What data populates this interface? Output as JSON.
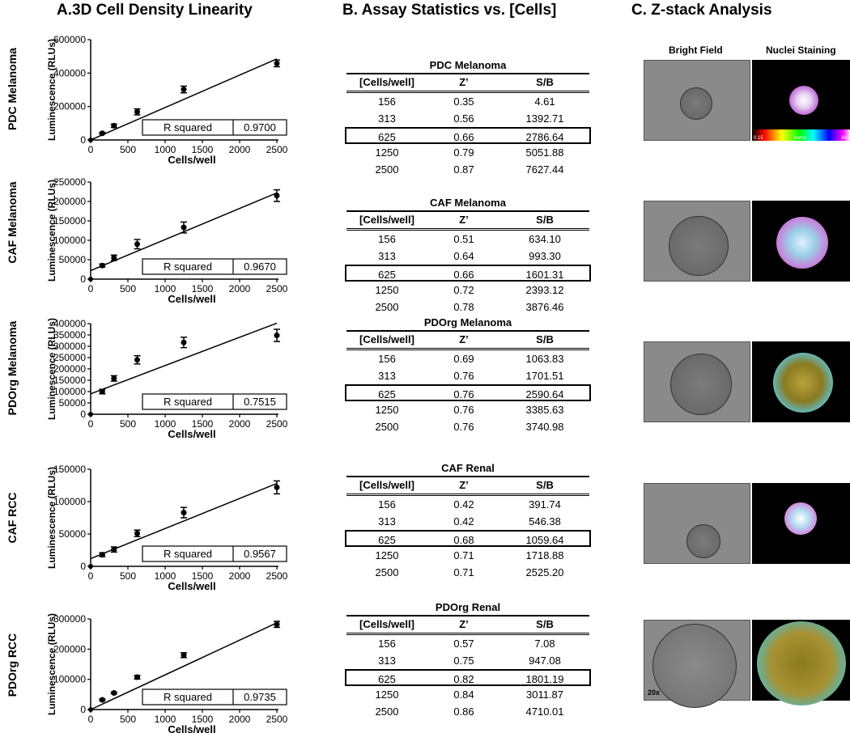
{
  "section_titles": {
    "a": "A.3D Cell Density Linearity",
    "b": "B. Assay Statistics vs. [Cells]",
    "c": "C. Z-stack Analysis"
  },
  "image_headers": {
    "bright_field": "Bright Field",
    "nuclei": "Nuclei Staining"
  },
  "image_annotations": {
    "spectrum_left": "0.15",
    "spectrum_mid": "frame",
    "spectrum_right": "343",
    "magnification": "20x"
  },
  "chart_data": [
    {
      "type": "scatter",
      "panel_label": "PDC Melanoma",
      "xlabel": "Cells/well",
      "ylabel": "Luminescence (RLUs)",
      "xlim": [
        0,
        2500
      ],
      "ylim": [
        0,
        600000
      ],
      "xticks": [
        0,
        500,
        1000,
        1500,
        2000,
        2500
      ],
      "yticks": [
        0,
        200000,
        400000,
        600000
      ],
      "x": [
        156,
        313,
        625,
        1250,
        2500
      ],
      "y": [
        40000,
        85000,
        168000,
        302000,
        458000
      ],
      "err": [
        5000,
        10000,
        18000,
        20000,
        20000
      ],
      "fit": [
        [
          0,
          0
        ],
        [
          2500,
          485000
        ]
      ],
      "r_squared_label": "R squared",
      "r_squared": "0.9700"
    },
    {
      "type": "scatter",
      "panel_label": "CAF Melanoma",
      "xlabel": "Cells/well",
      "ylabel": "Luminescence (RLUs)",
      "xlim": [
        0,
        2500
      ],
      "ylim": [
        0,
        250000
      ],
      "xticks": [
        0,
        500,
        1000,
        1500,
        2000,
        2500
      ],
      "yticks": [
        0,
        50000,
        100000,
        150000,
        200000,
        250000
      ],
      "x": [
        156,
        313,
        625,
        1250,
        2500
      ],
      "y": [
        35000,
        55000,
        90000,
        133000,
        215000
      ],
      "err": [
        4000,
        7000,
        12000,
        14000,
        15000
      ],
      "fit": [
        [
          0,
          22000
        ],
        [
          2500,
          222000
        ]
      ],
      "r_squared_label": "R squared",
      "r_squared": "0.9670"
    },
    {
      "type": "scatter",
      "panel_label": "PDOrg Melanoma",
      "xlabel": "Cells/well",
      "ylabel": "Luminescence (RLUs)",
      "xlim": [
        0,
        2500
      ],
      "ylim": [
        0,
        400000
      ],
      "xticks": [
        0,
        500,
        1000,
        1500,
        2000,
        2500
      ],
      "yticks": [
        0,
        50000,
        100000,
        150000,
        200000,
        250000,
        300000,
        350000,
        400000
      ],
      "x": [
        156,
        313,
        625,
        1250,
        2500
      ],
      "y": [
        100000,
        158000,
        240000,
        317000,
        348000
      ],
      "err": [
        10000,
        12000,
        18000,
        23000,
        27000
      ],
      "fit": [
        [
          0,
          90000
        ],
        [
          2500,
          402000
        ]
      ],
      "r_squared_label": "R squared",
      "r_squared": "0.7515"
    },
    {
      "type": "scatter",
      "panel_label": "CAF RCC",
      "xlabel": "Cells/well",
      "ylabel": "Luminescence (RLUs)",
      "xlim": [
        0,
        2500
      ],
      "ylim": [
        0,
        150000
      ],
      "xticks": [
        0,
        500,
        1000,
        1500,
        2000,
        2500
      ],
      "yticks": [
        0,
        50000,
        100000,
        150000
      ],
      "x": [
        156,
        313,
        625,
        1250,
        2500
      ],
      "y": [
        18000,
        26000,
        51000,
        83000,
        122000
      ],
      "err": [
        3000,
        4000,
        5000,
        8000,
        10000
      ],
      "fit": [
        [
          0,
          12000
        ],
        [
          2500,
          128000
        ]
      ],
      "r_squared_label": "R squared",
      "r_squared": "0.9567"
    },
    {
      "type": "scatter",
      "panel_label": "PDOrg RCC",
      "xlabel": "Cells/well",
      "ylabel": "Luminescence (RLUs)",
      "xlim": [
        0,
        2500
      ],
      "ylim": [
        0,
        300000
      ],
      "xticks": [
        0,
        500,
        1000,
        1500,
        2000,
        2500
      ],
      "yticks": [
        0,
        100000,
        200000,
        300000
      ],
      "x": [
        156,
        313,
        625,
        1250,
        2500
      ],
      "y": [
        32000,
        55000,
        107000,
        180000,
        282000
      ],
      "err": [
        3000,
        3000,
        6000,
        8000,
        10000
      ],
      "fit": [
        [
          0,
          0
        ],
        [
          2500,
          287000
        ]
      ],
      "r_squared_label": "R squared",
      "r_squared": "0.9735"
    }
  ],
  "tables": [
    {
      "title": "PDC Melanoma",
      "headers": [
        "[Cells/well]",
        "Z’",
        "S/B"
      ],
      "rows": [
        [
          "156",
          "0.35",
          "4.61"
        ],
        [
          "313",
          "0.56",
          "1392.71"
        ],
        [
          "625",
          "0.66",
          "2786.64"
        ],
        [
          "1250",
          "0.79",
          "5051.88"
        ],
        [
          "2500",
          "0.87",
          "7627.44"
        ]
      ],
      "highlight_row": 2
    },
    {
      "title": "CAF Melanoma",
      "headers": [
        "[Cells/well]",
        "Z’",
        "S/B"
      ],
      "rows": [
        [
          "156",
          "0.51",
          "634.10"
        ],
        [
          "313",
          "0.64",
          "993.30"
        ],
        [
          "625",
          "0.66",
          "1601.31"
        ],
        [
          "1250",
          "0.72",
          "2393.12"
        ],
        [
          "2500",
          "0.78",
          "3876.46"
        ]
      ],
      "highlight_row": 2
    },
    {
      "title": "PDOrg Melanoma",
      "headers": [
        "[Cells/well]",
        "Z’",
        "S/B"
      ],
      "rows": [
        [
          "156",
          "0.69",
          "1063.83"
        ],
        [
          "313",
          "0.76",
          "1701.51"
        ],
        [
          "625",
          "0.76",
          "2590.64"
        ],
        [
          "1250",
          "0.76",
          "3385.63"
        ],
        [
          "2500",
          "0.76",
          "3740.98"
        ]
      ],
      "highlight_row": 2
    },
    {
      "title": "CAF Renal",
      "headers": [
        "[Cells/well]",
        "Z’",
        "S/B"
      ],
      "rows": [
        [
          "156",
          "0.42",
          "391.74"
        ],
        [
          "313",
          "0.42",
          "546.38"
        ],
        [
          "625",
          "0.68",
          "1059.64"
        ],
        [
          "1250",
          "0.71",
          "1718.88"
        ],
        [
          "2500",
          "0.71",
          "2525.20"
        ]
      ],
      "highlight_row": 2
    },
    {
      "title": "PDOrg Renal",
      "headers": [
        "[Cells/well]",
        "Z’",
        "S/B"
      ],
      "rows": [
        [
          "156",
          "0.57",
          "7.08"
        ],
        [
          "313",
          "0.75",
          "947.08"
        ],
        [
          "625",
          "0.82",
          "1801.19"
        ],
        [
          "1250",
          "0.84",
          "3011.87"
        ],
        [
          "2500",
          "0.86",
          "4710.01"
        ]
      ],
      "highlight_row": 2
    }
  ]
}
